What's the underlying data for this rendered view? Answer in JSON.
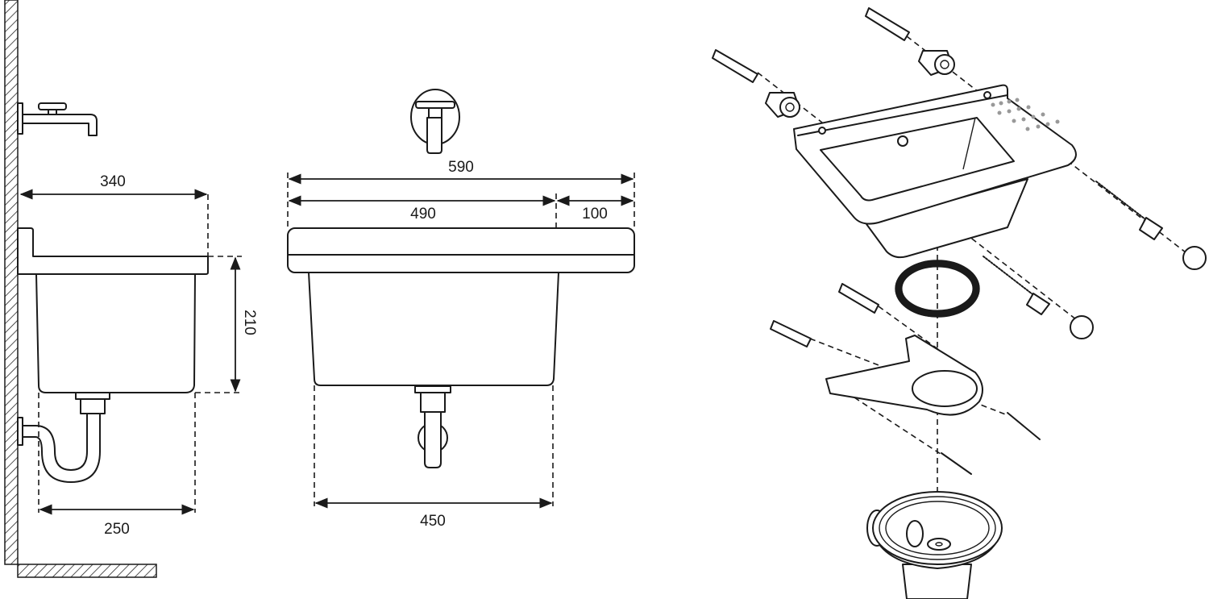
{
  "title": "Wall-mounted utility sink technical drawing",
  "side_view": {
    "depth_label": "340",
    "height_label": "210",
    "bowl_depth_label": "250"
  },
  "front_view": {
    "overall_width_label": "590",
    "bowl_section_label": "490",
    "drainboard_label": "100",
    "bowl_width_label": "450"
  },
  "colors": {
    "line": "#1a1a1a",
    "background": "#ffffff"
  }
}
